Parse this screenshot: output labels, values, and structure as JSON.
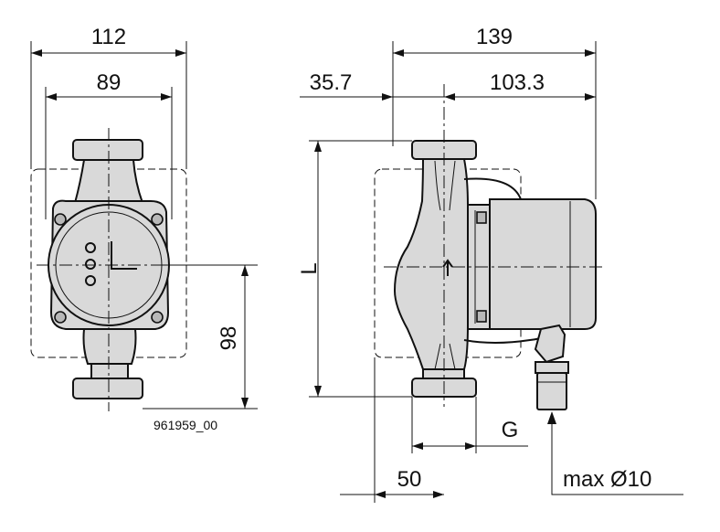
{
  "dimensions": {
    "width_overall": "112",
    "width_body": "89",
    "length_overall": "139",
    "offset_left": "35.7",
    "motor_length": "103.3",
    "height": "98",
    "length_label": "L",
    "thread_label": "G",
    "offset_bottom": "50",
    "cable": "max Ø10"
  },
  "drawing_id": "961959_00"
}
